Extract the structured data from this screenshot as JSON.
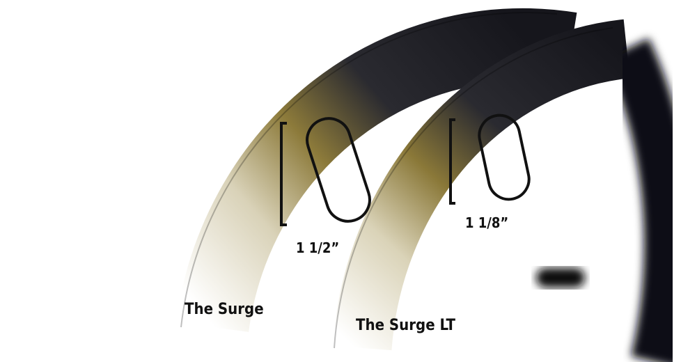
{
  "products": [
    {
      "name": "The Surge",
      "width": "1 1/2”"
    },
    {
      "name": "The Surge LT",
      "width": "1 1/8”"
    }
  ],
  "colors": {
    "rim": "#1c1c24",
    "accent": "#c9a227",
    "text": "#111111"
  }
}
